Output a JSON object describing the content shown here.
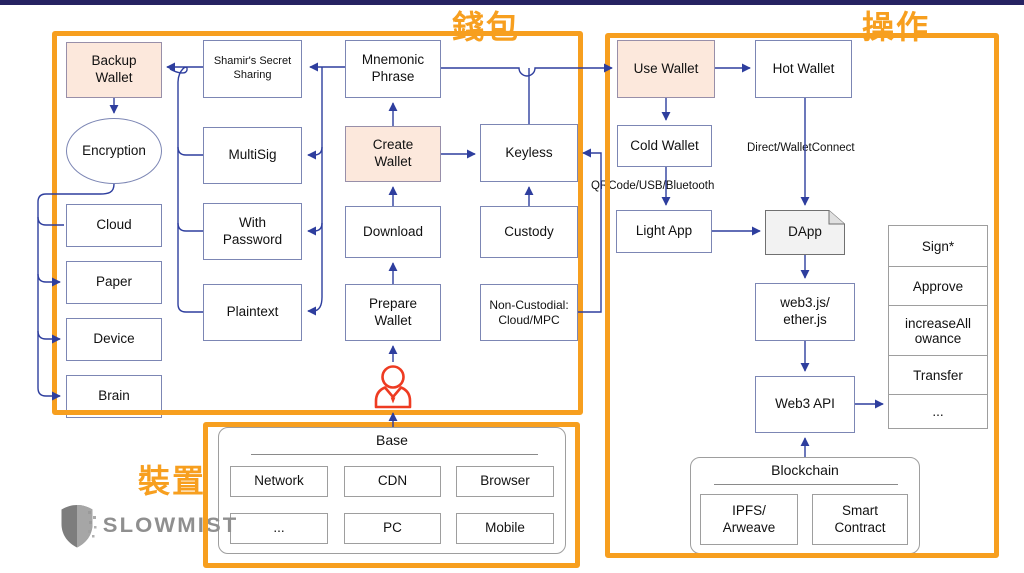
{
  "regions": {
    "wallet": {
      "label": "錢包"
    },
    "operation": {
      "label": "操作"
    },
    "device": {
      "label": "裝置"
    }
  },
  "nodes": {
    "backup_wallet": {
      "label": "Backup\nWallet"
    },
    "shamir": {
      "label": "Shamir's Secret\nSharing"
    },
    "mnemonic": {
      "label": "Mnemonic\nPhrase"
    },
    "use_wallet": {
      "label": "Use Wallet"
    },
    "hot_wallet": {
      "label": "Hot Wallet"
    },
    "encryption": {
      "label": "Encryption"
    },
    "multisig": {
      "label": "MultiSig"
    },
    "create_wallet": {
      "label": "Create\nWallet"
    },
    "keyless": {
      "label": "Keyless"
    },
    "cold_wallet": {
      "label": "Cold Wallet"
    },
    "cloud": {
      "label": "Cloud"
    },
    "with_password": {
      "label": "With\nPassword"
    },
    "download": {
      "label": "Download"
    },
    "custody": {
      "label": "Custody"
    },
    "light_app": {
      "label": "Light App"
    },
    "dapp": {
      "label": "DApp"
    },
    "paper": {
      "label": "Paper"
    },
    "plaintext": {
      "label": "Plaintext"
    },
    "prepare_wallet": {
      "label": "Prepare\nWallet"
    },
    "non_custodial": {
      "label": "Non-Custodial:\nCloud/MPC"
    },
    "web3js": {
      "label": "web3.js/\nether.js"
    },
    "device_box": {
      "label": "Device"
    },
    "brain": {
      "label": "Brain"
    },
    "web3_api": {
      "label": "Web3 API"
    },
    "ipfs": {
      "label": "IPFS/\nArweave"
    },
    "smart_contract": {
      "label": "Smart\nContract"
    },
    "network": {
      "label": "Network"
    },
    "cdn": {
      "label": "CDN"
    },
    "browser": {
      "label": "Browser"
    },
    "dots_base": {
      "label": "..."
    },
    "pc": {
      "label": "PC"
    },
    "mobile": {
      "label": "Mobile"
    }
  },
  "containers": {
    "blockchain": {
      "title": "Blockchain"
    },
    "base": {
      "title": "Base"
    }
  },
  "stack": {
    "items": [
      "Sign*",
      "Approve",
      "increaseAll\nowance",
      "Transfer",
      "..."
    ]
  },
  "edges": {
    "qrcode": "QRCode/USB/Bluetooth",
    "direct": "Direct/WalletConnect"
  },
  "logo": {
    "brand": "SLOWMIST"
  },
  "colors": {
    "region_border": "#F79F1F",
    "connector": "#2E3E9E",
    "peach_fill": "#FCE8DC",
    "top_bar": "#262262",
    "person_icon": "#EE3B22",
    "logo_gray": "#8F8F8F"
  }
}
